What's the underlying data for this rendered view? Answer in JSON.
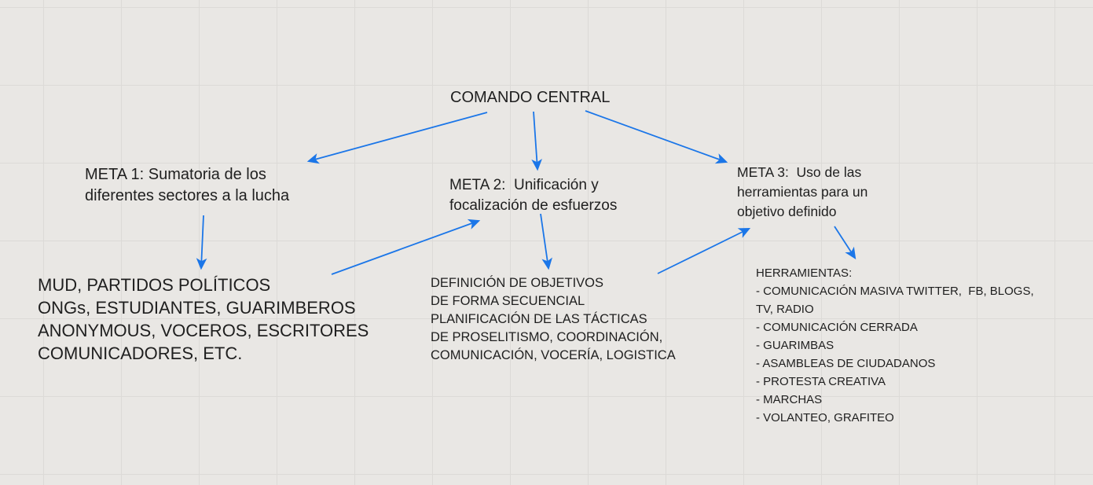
{
  "page": {
    "background_color": "#e9e7e4",
    "grid_line_color": "#dcdad7",
    "arrow_color": "#1b76e8",
    "text_color": "#1f1f1f"
  },
  "diagram": {
    "title": "COMANDO CENTRAL",
    "nodes": {
      "comando": {
        "text": "COMANDO CENTRAL"
      },
      "meta1": {
        "text": "META 1: Sumatoria de los\ndiferentes sectores a la lucha"
      },
      "meta2": {
        "text": "META 2:  Unificación y\nfocalización de esfuerzos"
      },
      "meta3": {
        "text": "META 3:  Uso de las\nherramientas para un\nobjetivo definido"
      },
      "mud": {
        "text": "MUD, PARTIDOS POLÍTICOS\nONGs, ESTUDIANTES, GUARIMBEROS\nANONYMOUS, VOCEROS, ESCRITORES\nCOMUNICADORES, ETC."
      },
      "definicion": {
        "text": "DEFINICIÓN DE OBJETIVOS\nDE FORMA SECUENCIAL\nPLANIFICACIÓN DE LAS TÁCTICAS\nDE PROSELITISMO, COORDINACIÓN,\nCOMUNICACIÓN, VOCERÍA, LOGISTICA"
      },
      "herramientas": {
        "text": "HERRAMIENTAS:\n- COMUNICACIÓN MASIVA TWITTER,  FB, BLOGS,\nTV, RADIO\n- COMUNICACIÓN CERRADA\n- GUARIMBAS\n- ASAMBLEAS DE CIUDADANOS\n- PROTESTA CREATIVA\n- MARCHAS\n- VOLANTEO, GRAFITEO"
      }
    },
    "edges": [
      {
        "from": "comando",
        "to": "meta1"
      },
      {
        "from": "comando",
        "to": "meta2"
      },
      {
        "from": "comando",
        "to": "meta3"
      },
      {
        "from": "meta1",
        "to": "mud"
      },
      {
        "from": "mud",
        "to": "meta2"
      },
      {
        "from": "meta2",
        "to": "definicion"
      },
      {
        "from": "definicion",
        "to": "meta3"
      },
      {
        "from": "meta3",
        "to": "herramientas"
      }
    ]
  }
}
